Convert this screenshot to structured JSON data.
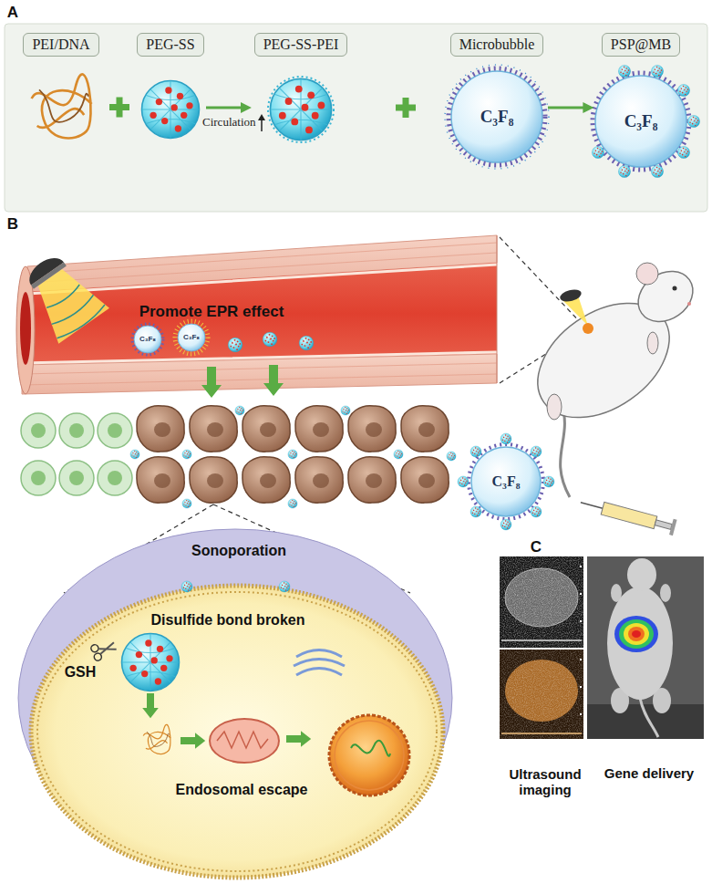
{
  "diagram": {
    "nodes": [
      {
        "text": [
          "PEI/DNA"
        ]
      },
      {
        "text": [
          "PEG-SS"
        ]
      },
      {
        "text": [
          "PEG-SS-PEI"
        ]
      },
      {
        "text": [
          "Microbubble"
        ]
      },
      {
        "text": [
          "PSP@MB"
        ]
      }
    ],
    "edges": [
      {
        "from": 1,
        "to": 2,
        "arrow": "to",
        "label": "Circulation"
      },
      {
        "from": 3,
        "to": 4,
        "arrow": "to"
      }
    ],
    "labels": [
      "A",
      "C₃F₈",
      "C₃F₈",
      "B",
      "Promote EPR effect",
      "C₃F₈",
      "C₃F₈",
      "C₃F₈",
      "Sonoporation",
      "Disulfide bond broken",
      "GSH",
      "Endosomal escape",
      "C",
      "Ultrasound imaging",
      "Gene delivery"
    ]
  }
}
